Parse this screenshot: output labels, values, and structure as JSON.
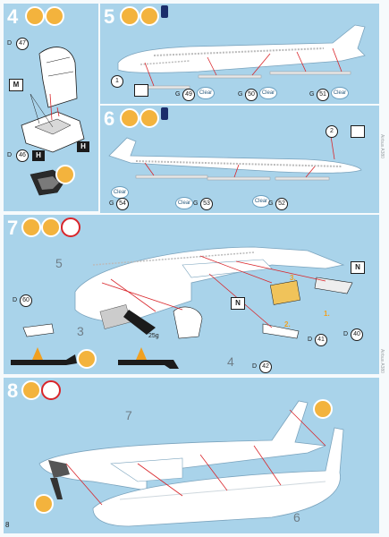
{
  "page_number": "8",
  "colors": {
    "panel": "#a9d3ea",
    "tool": "#f3b33d",
    "accent_red": "#d9252a",
    "clear_badge": "#ffffff"
  },
  "steps": {
    "s4": {
      "number": "4",
      "parts": {
        "d47": "D",
        "d47n": "47",
        "d46": "D",
        "d46n": "46"
      },
      "flags": [
        "M",
        "H",
        "H"
      ]
    },
    "s5": {
      "number": "5",
      "callouts": [
        "1"
      ],
      "parts": [
        {
          "g": "G",
          "n": "49"
        },
        {
          "g": "G",
          "n": "50"
        },
        {
          "g": "G",
          "n": "51"
        }
      ],
      "clear": [
        "Clear",
        "Clear",
        "Clear"
      ]
    },
    "s6": {
      "number": "6",
      "callouts": [
        "2"
      ],
      "parts": [
        {
          "g": "G",
          "n": "54"
        },
        {
          "g": "G",
          "n": "53"
        },
        {
          "g": "G",
          "n": "52"
        }
      ],
      "clear": [
        "Clear",
        "Clear",
        "Clear"
      ]
    },
    "s7": {
      "number": "7",
      "weight": "25g",
      "sub_steps": [
        "1.",
        "2.",
        "3."
      ],
      "parts": [
        {
          "g": "D",
          "n": "60"
        },
        {
          "g": "D",
          "n": "41"
        },
        {
          "g": "D",
          "n": "40"
        },
        {
          "g": "D",
          "n": "42"
        }
      ],
      "flags": [
        "N",
        "N"
      ],
      "ghost": [
        "5",
        "3",
        "4"
      ]
    },
    "s8": {
      "number": "8",
      "ghost": [
        "7",
        "6"
      ]
    }
  },
  "side_text": [
    "Airbus A380",
    "Airbus A380"
  ]
}
